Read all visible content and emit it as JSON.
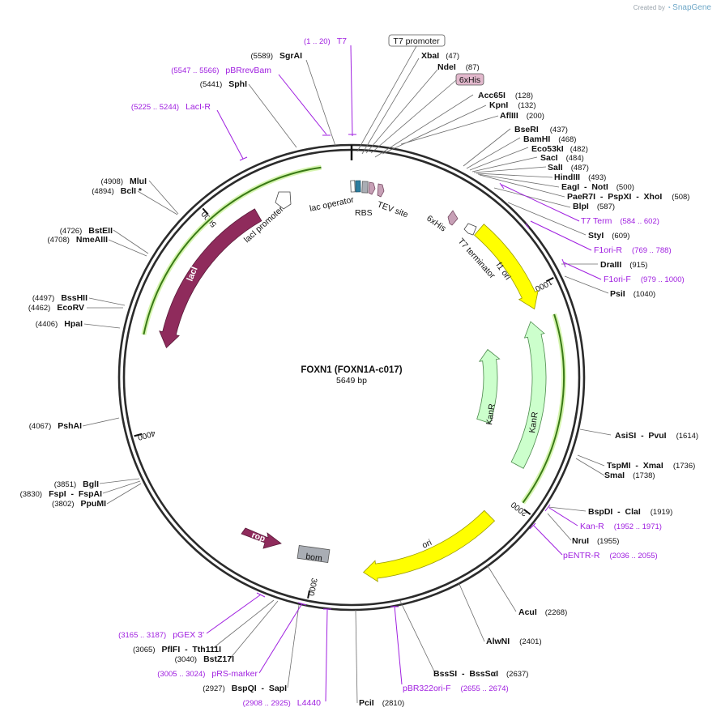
{
  "brand": {
    "prefix": "Created by",
    "name": "SnapGene"
  },
  "plasmid": {
    "name": "FOXN1 (FOXN1A-c017)",
    "size_text": "5649 bp",
    "length": 5649
  },
  "ring_ticks": [
    {
      "pos": 1000,
      "label": "1000"
    },
    {
      "pos": 2000,
      "label": "2000"
    },
    {
      "pos": 3000,
      "label": "3000"
    },
    {
      "pos": 4000,
      "label": "4000"
    },
    {
      "pos": 5000,
      "label": "5000"
    }
  ],
  "features": [
    {
      "id": "lacI",
      "label": "lacI",
      "color": "#8f2b5c"
    },
    {
      "id": "lacI_promoter",
      "label": "lacI promoter"
    },
    {
      "id": "lac_operator",
      "label": "lac operator"
    },
    {
      "id": "rbs",
      "label": "RBS"
    },
    {
      "id": "tev",
      "label": "TEV site"
    },
    {
      "id": "his6",
      "label": "6xHis"
    },
    {
      "id": "t7_term",
      "label": "T7 terminator"
    },
    {
      "id": "f1ori",
      "label": "f1 ori",
      "color": "#ffff00"
    },
    {
      "id": "kanr_in",
      "label": "KanR",
      "color": "#ccffcc"
    },
    {
      "id": "kanr_out",
      "label": "KanR",
      "color": "#ccffcc"
    },
    {
      "id": "ori",
      "label": "ori",
      "color": "#ffff00"
    },
    {
      "id": "rop",
      "label": "rop",
      "color": "#8f2b5c"
    },
    {
      "id": "bom",
      "label": "bom",
      "color": "#a9adb4"
    }
  ],
  "boxed_labels": {
    "t7_promoter": "T7 promoter",
    "his6": "6xHis"
  },
  "sites": [
    {
      "id": "xbai",
      "name": "XbaI",
      "pos": "(47)"
    },
    {
      "id": "ndei",
      "name": "NdeI",
      "pos": "(87)"
    },
    {
      "id": "acc65i",
      "name": "Acc65I",
      "pos": "(128)"
    },
    {
      "id": "kpni",
      "name": "KpnI",
      "pos": "(132)"
    },
    {
      "id": "afliii",
      "name": "AflIII",
      "pos": "(200)"
    },
    {
      "id": "bseri",
      "name": "BseRI",
      "pos": "(437)"
    },
    {
      "id": "bamhi",
      "name": "BamHI",
      "pos": "(468)"
    },
    {
      "id": "eco53ki",
      "name": "Eco53kI",
      "pos": "(482)"
    },
    {
      "id": "saci",
      "name": "SacI",
      "pos": "(484)"
    },
    {
      "id": "sali",
      "name": "SalI",
      "pos": "(487)"
    },
    {
      "id": "hindiii",
      "name": "HindIII",
      "pos": "(493)"
    },
    {
      "id": "eagi",
      "name": "EagI  -  NotI",
      "pos": "(500)"
    },
    {
      "id": "paer7i",
      "name": "PaeR7I  -  PspXI  -  XhoI",
      "pos": "(508)"
    },
    {
      "id": "blpi",
      "name": "BlpI",
      "pos": "(587)"
    },
    {
      "id": "styi",
      "name": "StyI",
      "pos": "(609)"
    },
    {
      "id": "draiii",
      "name": "DraIII",
      "pos": "(915)"
    },
    {
      "id": "psii",
      "name": "PsiI",
      "pos": "(1040)"
    },
    {
      "id": "asisi",
      "name": "AsiSI  -  PvuI",
      "pos": "(1614)"
    },
    {
      "id": "tspmi",
      "name": "TspMI  -  XmaI",
      "pos": "(1736)"
    },
    {
      "id": "smai",
      "name": "SmaI",
      "pos": "(1738)"
    },
    {
      "id": "bspdi",
      "name": "BspDI  -  ClaI",
      "pos": "(1919)"
    },
    {
      "id": "nrui",
      "name": "NruI",
      "pos": "(1955)"
    },
    {
      "id": "acui",
      "name": "AcuI",
      "pos": "(2268)"
    },
    {
      "id": "alwni",
      "name": "AlwNI",
      "pos": "(2401)"
    },
    {
      "id": "bssi",
      "name": "BssSI  -  BssSαI",
      "pos": "(2637)"
    },
    {
      "id": "pcii",
      "name": "PciI",
      "pos": "(2810)"
    },
    {
      "id": "bspqi",
      "name": "BspQI  -  SapI",
      "pos": "(2927)"
    },
    {
      "id": "bstz17i",
      "name": "BstZ17I",
      "pos": "(3040)"
    },
    {
      "id": "pflfi",
      "name": "PflFI  -  Tth111I",
      "pos": "(3065)"
    },
    {
      "id": "ppumi",
      "name": "PpuMI",
      "pos": "(3802)"
    },
    {
      "id": "fspi",
      "name": "FspI  -  FspAI",
      "pos": "(3830)"
    },
    {
      "id": "bgli",
      "name": "BglI",
      "pos": "(3851)"
    },
    {
      "id": "pshai",
      "name": "PshAI",
      "pos": "(4067)"
    },
    {
      "id": "hpai",
      "name": "HpaI",
      "pos": "(4406)"
    },
    {
      "id": "ecorv",
      "name": "EcoRV",
      "pos": "(4462)"
    },
    {
      "id": "bsshii",
      "name": "BssHII",
      "pos": "(4497)"
    },
    {
      "id": "nmeaiii",
      "name": "NmeAIII",
      "pos": "(4708)"
    },
    {
      "id": "bsteii",
      "name": "BstEII",
      "pos": "(4726)"
    },
    {
      "id": "bcli",
      "name": "BclI *",
      "pos": "(4894)"
    },
    {
      "id": "mlui",
      "name": "MluI",
      "pos": "(4908)"
    },
    {
      "id": "sphi",
      "name": "SphI",
      "pos": "(5441)"
    },
    {
      "id": "sgrai",
      "name": "SgrAI",
      "pos": "(5589)"
    }
  ],
  "primers": [
    {
      "id": "t7",
      "name": "T7",
      "pos": "(1 .. 20)"
    },
    {
      "id": "pbrrevbam",
      "name": "pBRrevBam",
      "pos": "(5547 .. 5566)"
    },
    {
      "id": "laci_r",
      "name": "LacI-R",
      "pos": "(5225 .. 5244)"
    },
    {
      "id": "t7term",
      "name": "T7 Term",
      "pos": "(584 .. 602)"
    },
    {
      "id": "f1ori_r",
      "name": "F1ori-R",
      "pos": "(769 .. 788)"
    },
    {
      "id": "f1ori_f",
      "name": "F1ori-F",
      "pos": "(979 .. 1000)"
    },
    {
      "id": "kan_r",
      "name": "Kan-R",
      "pos": "(1952 .. 1971)"
    },
    {
      "id": "pentr_r",
      "name": "pENTR-R",
      "pos": "(2036 .. 2055)"
    },
    {
      "id": "pbr322",
      "name": "pBR322ori-F",
      "pos": "(2655 .. 2674)"
    },
    {
      "id": "l4440",
      "name": "L4440",
      "pos": "(2908 .. 2925)"
    },
    {
      "id": "prs",
      "name": "pRS-marker",
      "pos": "(3005 .. 3024)"
    },
    {
      "id": "pgex3",
      "name": "pGEX 3'",
      "pos": "(3165 .. 3187)"
    }
  ]
}
